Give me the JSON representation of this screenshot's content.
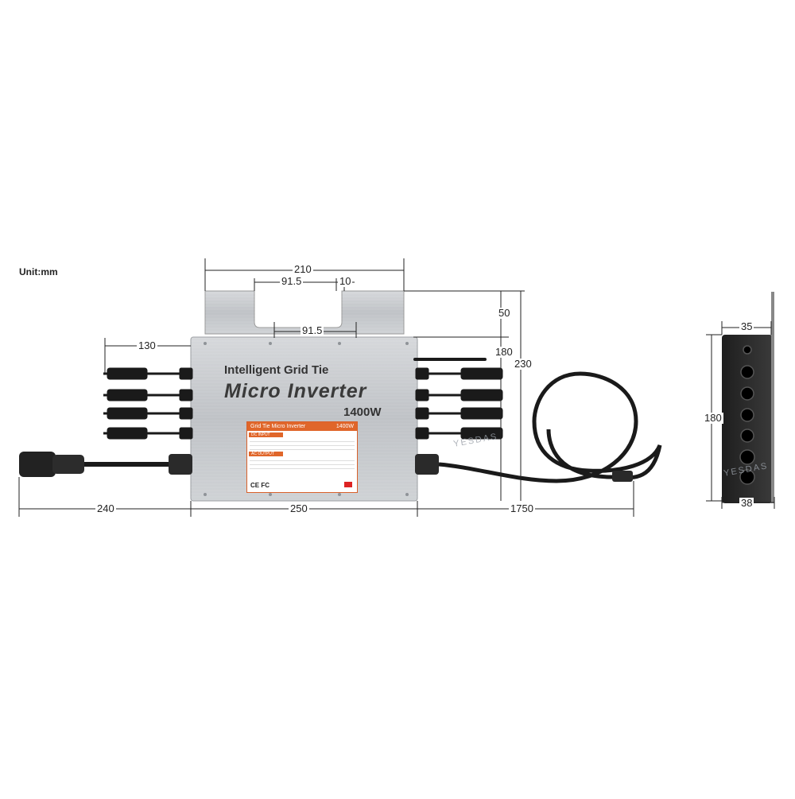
{
  "unit_label": "Unit:mm",
  "product": {
    "title_line1": "Intelligent Grid Tie",
    "title_line2": "Micro Inverter",
    "power": "1400W"
  },
  "nameplate": {
    "header": "Grid Tie Micro Inverter",
    "header_power": "1400W",
    "section_dc": "DC INPUT",
    "section_ac": "AC OUTPUT",
    "marks": "CE FC"
  },
  "dimensions": {
    "top_width": "210",
    "slot_spacing_top": "91.5",
    "slot_width": "10",
    "slot_spacing_inner": "91.5",
    "pv_cable_length": "130",
    "tab_height": "50",
    "body_height": "180",
    "total_height": "230",
    "ac_input_cable": "240",
    "body_width": "250",
    "ac_output_cable": "1750",
    "side_top_depth": "35",
    "side_height": "180",
    "side_bottom_depth": "38"
  },
  "watermark": "YESDAS",
  "colors": {
    "housing": "#c9ccd0",
    "label_accent": "#e0662a",
    "cable": "#1a1a1a"
  }
}
